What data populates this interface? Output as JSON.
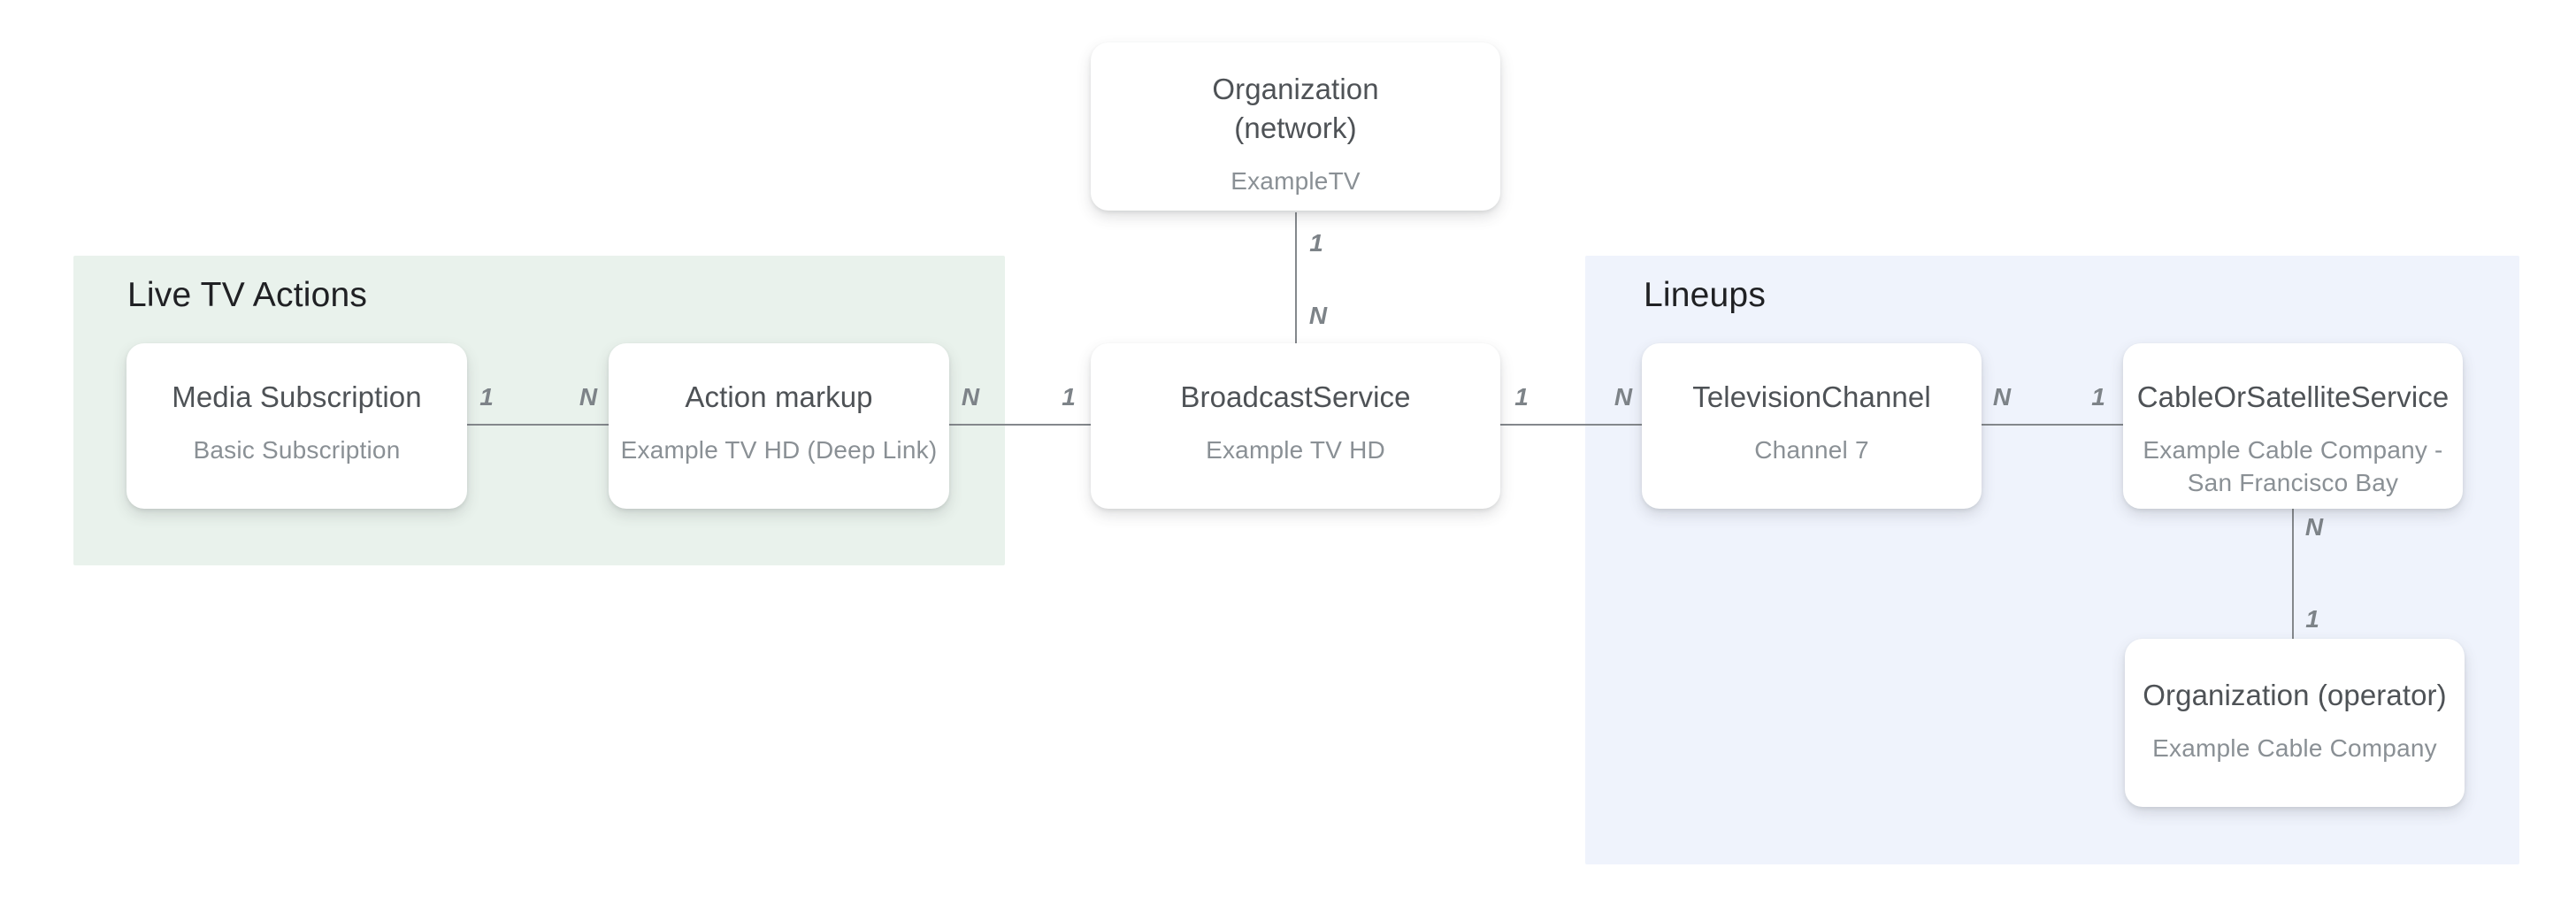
{
  "diagram": {
    "sections": {
      "live_tv_actions": {
        "title": "Live TV Actions"
      },
      "lineups": {
        "title": "Lineups"
      }
    },
    "nodes": {
      "org_network": {
        "title": "Organization (network)",
        "subtitle": "ExampleTV"
      },
      "media_subscription": {
        "title": "Media Subscription",
        "subtitle": "Basic Subscription"
      },
      "action_markup": {
        "title": "Action markup",
        "subtitle": "Example TV HD (Deep Link)"
      },
      "broadcast_service": {
        "title": "BroadcastService",
        "subtitle": "Example TV HD"
      },
      "television_channel": {
        "title": "TelevisionChannel",
        "subtitle": "Channel 7"
      },
      "cable_or_satellite_service": {
        "title": "CableOrSatelliteService",
        "subtitle": "Example Cable Company - San Francisco Bay"
      },
      "org_operator": {
        "title": "Organization (operator)",
        "subtitle": "Example Cable Company"
      }
    },
    "edges": {
      "network_to_broadcast": {
        "start": "1",
        "end": "N"
      },
      "media_to_action": {
        "start": "1",
        "end": "N"
      },
      "action_to_broadcast": {
        "start": "N",
        "end": "1"
      },
      "broadcast_to_channel": {
        "start": "1",
        "end": "N"
      },
      "channel_to_cable": {
        "start": "N",
        "end": "1"
      },
      "cable_to_operator": {
        "start": "N",
        "end": "1"
      }
    },
    "colors": {
      "live_tv_actions_bg": "#E9F2EC",
      "lineups_bg": "#EFF3FC",
      "node_bg": "#FFFFFF",
      "connector": "#84888C",
      "node_title": "#4E5256",
      "node_subtitle": "#8A9095",
      "section_title": "#202124",
      "edge_label": "#7D8388"
    }
  }
}
